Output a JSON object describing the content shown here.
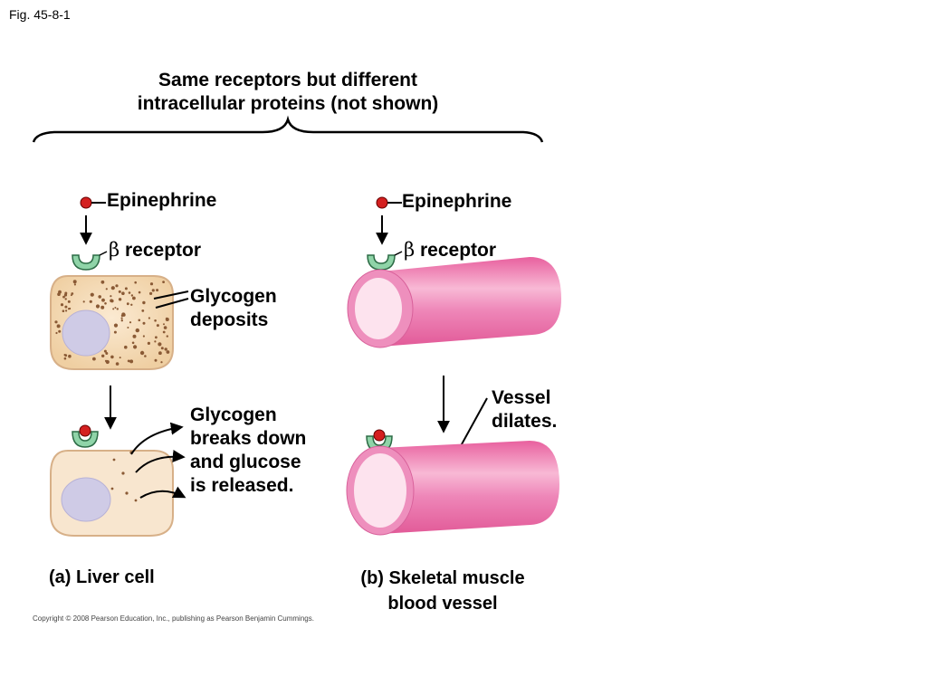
{
  "figure_label": "Fig. 45-8-1",
  "heading": {
    "line1": "Same receptors but different",
    "line2": "intracellular proteins (not shown)"
  },
  "panel_a": {
    "epinephrine": "Epinephrine",
    "receptor_symbol": "β",
    "receptor_label": "receptor",
    "glycogen_line1": "Glycogen",
    "glycogen_line2": "deposits",
    "result_line1": "Glycogen",
    "result_line2": "breaks down",
    "result_line3": "and glucose",
    "result_line4": "is released.",
    "caption": "(a) Liver cell"
  },
  "panel_b": {
    "epinephrine": "Epinephrine",
    "receptor_symbol": "β",
    "receptor_label": "receptor",
    "result_line1": "Vessel",
    "result_line2": "dilates.",
    "caption_line1": "(b) Skeletal muscle",
    "caption_line2": "blood vessel"
  },
  "copyright": "Copyright © 2008 Pearson Education, Inc., publishing as Pearson Benjamin Cummings.",
  "colors": {
    "cell_fill": "#f4d9b3",
    "cell_fill_after": "#f7e6cf",
    "nucleus": "#cfcbe6",
    "receptor": "#8fd4a8",
    "epinephrine": "#d42020",
    "vessel": "#ec7fb0",
    "vessel_inner": "#fde3ee"
  }
}
